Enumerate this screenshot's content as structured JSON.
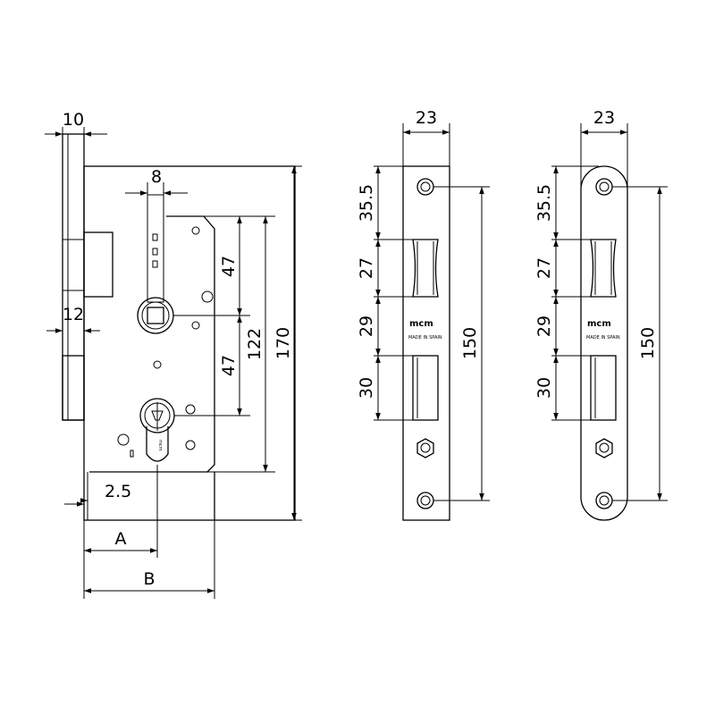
{
  "lock_body": {
    "dim_backset_thickness": "10",
    "dim_follower_width": "8",
    "dim_latch_projection": "12",
    "dim_upper_spacing": "47",
    "dim_lower_spacing": "47",
    "dim_center_distance": "122",
    "dim_body_height": "170",
    "dim_offset": "2.5",
    "dim_a": "A",
    "dim_b": "B",
    "brand": "mcm"
  },
  "strike_square": {
    "dim_width": "23",
    "dim_top": "35.5",
    "dim_latch": "27",
    "dim_gap": "29",
    "dim_bolt": "30",
    "dim_screws": "150",
    "brand": "mcm",
    "made_in": "MADE IN SPAIN"
  },
  "strike_round": {
    "dim_width": "23",
    "dim_top": "35.5",
    "dim_latch": "27",
    "dim_gap": "29",
    "dim_bolt": "30",
    "dim_screws": "150",
    "brand": "mcm",
    "made_in": "MADE IN SPAIN"
  }
}
